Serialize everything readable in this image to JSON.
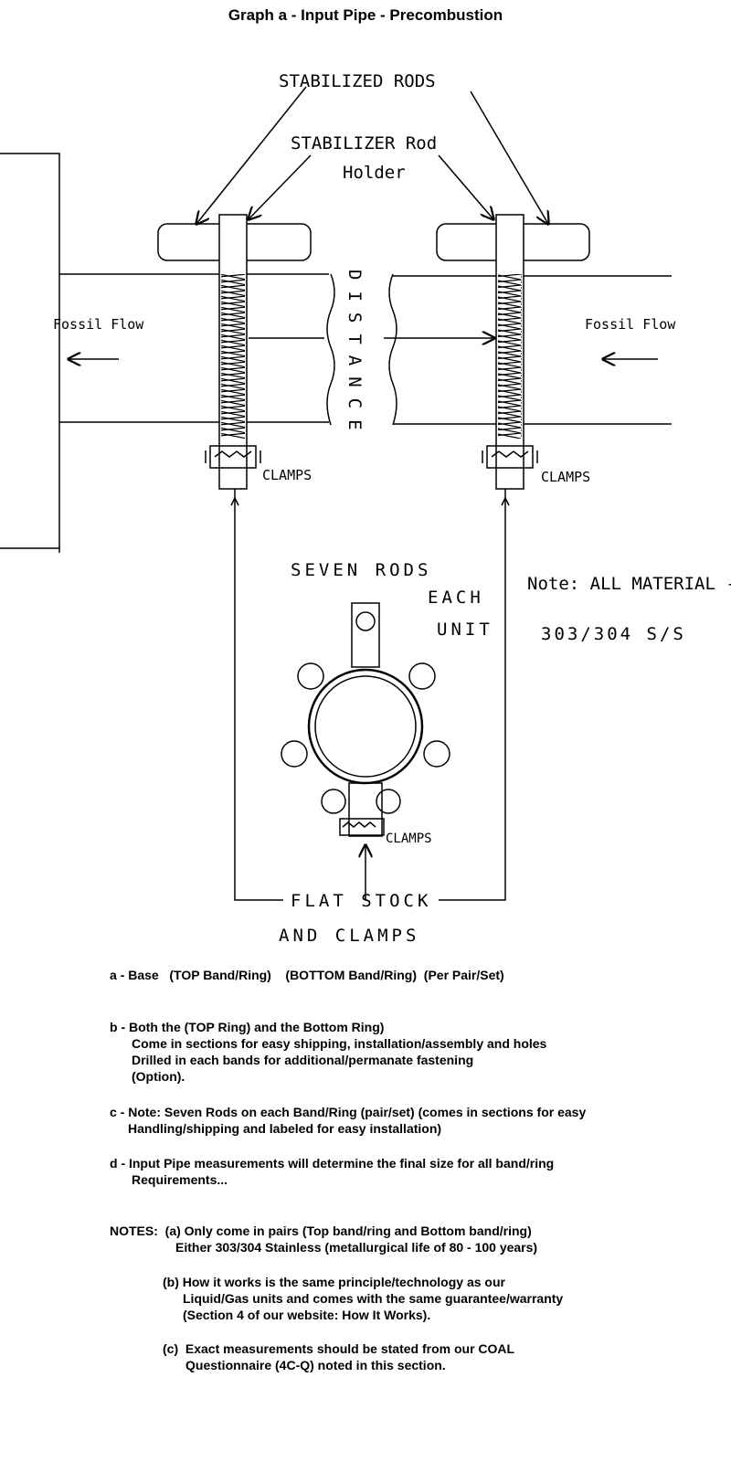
{
  "title": "Graph a - Input Pipe - Precombustion",
  "diagram": {
    "stabilized_rods": "STABILIZED RODS",
    "rod_holder_1": "STABILIZER Rod",
    "rod_holder_2": "Holder",
    "fossil_flow_left": "Fossil Flow",
    "fossil_flow_right": "Fossil Flow",
    "distance": "DISTANCE",
    "clamps_left": "CLAMPS",
    "clamps_right": "CLAMPS",
    "clamps_center": "CLAMPS",
    "seven_rods": "SEVEN RODS",
    "each": "EACH",
    "unit": "UNIT",
    "note_1": "Note: ALL MATERIAL -",
    "note_2": "303/304 S/S",
    "flat_stock": "FLAT STOCK",
    "and_clamps": "AND CLAMPS"
  },
  "notes": {
    "a": "a - Base   (TOP Band/Ring)    (BOTTOM Band/Ring)  (Per Pair/Set)",
    "b1": "b - Both the (TOP Ring) and the Bottom Ring)",
    "b2": "Come in sections for easy shipping, installation/assembly and holes",
    "b3": "Drilled in each bands for additional/permanate fastening",
    "b4": "(Option).",
    "c1": "c - Note: Seven Rods on each Band/Ring (pair/set) (comes in sections for easy",
    "c2": "Handling/shipping and labeled for easy installation)",
    "d1": "d - Input Pipe measurements will determine the final size for all band/ring",
    "d2": "Requirements...",
    "n_a1": "NOTES:  (a) Only come in pairs (Top band/ring and Bottom band/ring)",
    "n_a2": "Either 303/304 Stainless (metallurgical life of 80 - 100 years)",
    "n_b1": "(b) How it works is the same principle/technology as our",
    "n_b2": "Liquid/Gas units and comes with the same guarantee/warranty",
    "n_b3": "(Section 4 of our website: How It Works).",
    "n_c1": "(c)  Exact measurements should be stated from our COAL",
    "n_c2": "Questionnaire (4C-Q) noted in this section."
  }
}
